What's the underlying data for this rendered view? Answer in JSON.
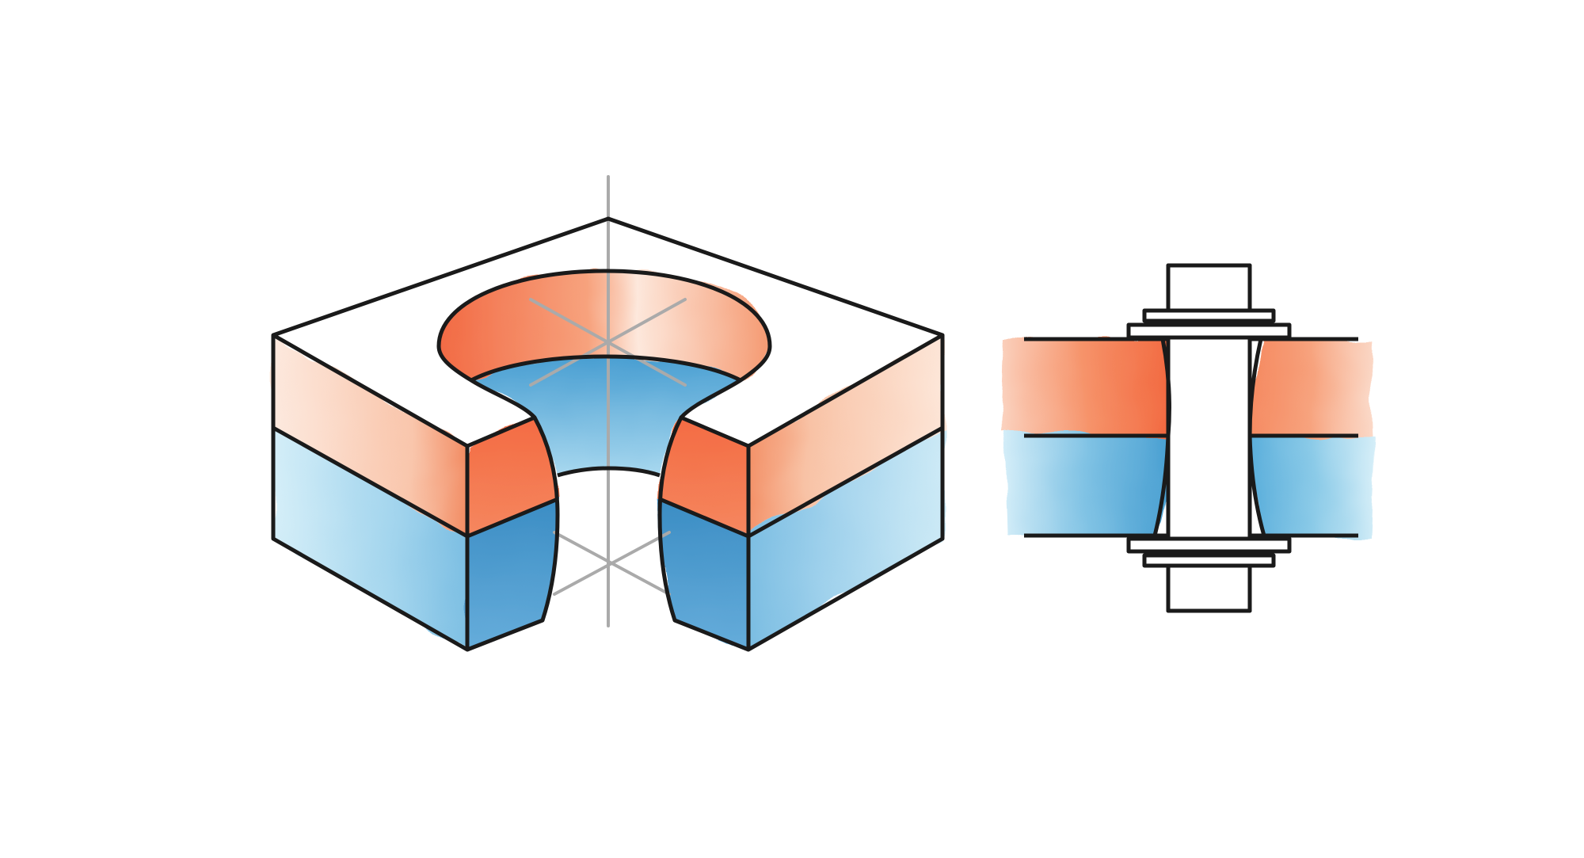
{
  "diagram": {
    "colors": {
      "background": "#ffffff",
      "outline": "#1a1a1a",
      "axis": "#aaaaaa",
      "warm_strong": "#f26e47",
      "warm_light": "#fbd8c6",
      "cool_strong": "#3f94c9",
      "cool_light": "#bfe3f1"
    },
    "left_figure": {
      "name": "cutaway-block-with-hole",
      "layers": [
        "warm-top-layer",
        "cool-bottom-layer"
      ]
    },
    "right_figure": {
      "name": "bolted-joint-cross-section",
      "layers": [
        "warm-upper-plate",
        "cool-lower-plate"
      ]
    }
  }
}
